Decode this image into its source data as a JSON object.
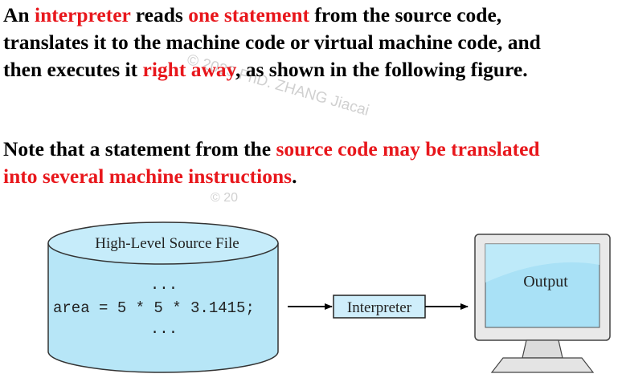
{
  "paragraph1": {
    "s1": "An ",
    "s2": "interpreter",
    "s3": " reads ",
    "s4": "one statement",
    "s5": " from the source code,",
    "line2": "translates it to the machine code or virtual machine code, and",
    "s6": "then executes it ",
    "s7": "right away",
    "s8": ", as shown in the following figure."
  },
  "paragraph2": {
    "s1": "Note that a statement from the ",
    "s2": "source code may be translated",
    "s3": "into several machine instructions",
    "s4": "."
  },
  "watermark": {
    "text": "© 2023 PhD. ZHANG Jiacai",
    "fragment": "© 20"
  },
  "figure": {
    "source_file_label": "High-Level Source File",
    "dots_top": "...",
    "code_line": "area = 5 * 5 * 3.1415;",
    "dots_bottom": "...",
    "interpreter_label": "Interpreter",
    "output_label": "Output"
  },
  "colors": {
    "highlight": "#e8171c",
    "cylinder_fill": "#b7e6f7",
    "box_fill": "#cfeefb",
    "screen_fill": "#a9e1f6"
  }
}
